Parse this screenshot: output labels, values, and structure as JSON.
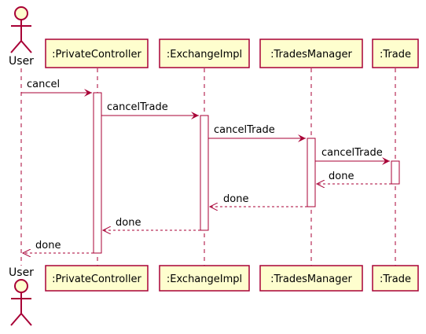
{
  "diagram": {
    "actor": {
      "name": "User"
    },
    "participants": [
      {
        "id": "pc",
        "label": ":PrivateController"
      },
      {
        "id": "ex",
        "label": ":ExchangeImpl"
      },
      {
        "id": "tm",
        "label": ":TradesManager"
      },
      {
        "id": "tr",
        "label": ":Trade"
      }
    ],
    "messages": [
      {
        "from": "user",
        "to": "pc",
        "label": "cancel",
        "kind": "call"
      },
      {
        "from": "pc",
        "to": "ex",
        "label": "cancelTrade",
        "kind": "call"
      },
      {
        "from": "ex",
        "to": "tm",
        "label": "cancelTrade",
        "kind": "call"
      },
      {
        "from": "tm",
        "to": "tr",
        "label": "cancelTrade",
        "kind": "call"
      },
      {
        "from": "tr",
        "to": "tm",
        "label": "done",
        "kind": "return"
      },
      {
        "from": "tm",
        "to": "ex",
        "label": "done",
        "kind": "return"
      },
      {
        "from": "ex",
        "to": "pc",
        "label": "done",
        "kind": "return"
      },
      {
        "from": "pc",
        "to": "user",
        "label": "done",
        "kind": "return"
      }
    ]
  },
  "colors": {
    "box_fill": "#FEFECE",
    "box_border": "#A80036",
    "line": "#A80036",
    "text": "#000000",
    "activation_fill": "#FFFFFF"
  }
}
